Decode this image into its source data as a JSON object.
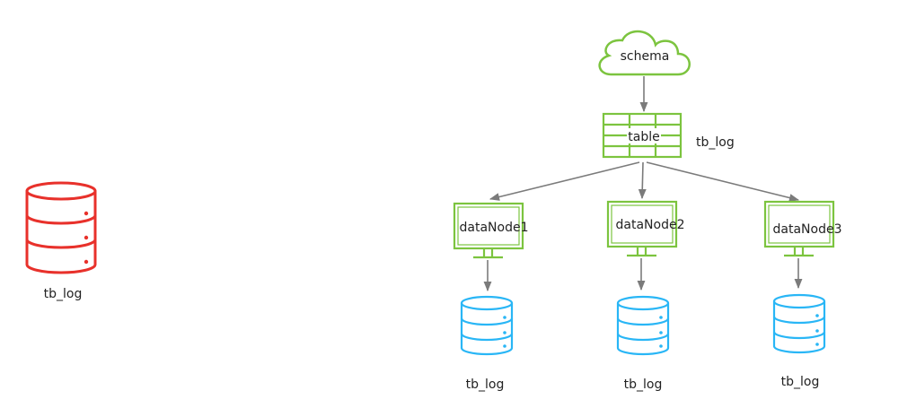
{
  "colors": {
    "red_db": "#e8312b",
    "blue_db": "#29b6f6",
    "green": "#7cc43f",
    "arrow": "#7b7b7b",
    "text": "#222222"
  },
  "icons": {
    "source_db": "database-icon",
    "schema": "cloud-icon",
    "table": "table-grid-icon",
    "nodes": "monitor-icon",
    "shard_db": "database-icon"
  },
  "source": {
    "label": "tb_log"
  },
  "schema": {
    "label": "schema"
  },
  "table": {
    "label": "table",
    "logic_name": "tb_log"
  },
  "nodes": [
    {
      "label": "dataNode1",
      "db_label": "tb_log"
    },
    {
      "label": "dataNode2",
      "db_label": "tb_log"
    },
    {
      "label": "dataNode3",
      "db_label": "tb_log"
    }
  ]
}
